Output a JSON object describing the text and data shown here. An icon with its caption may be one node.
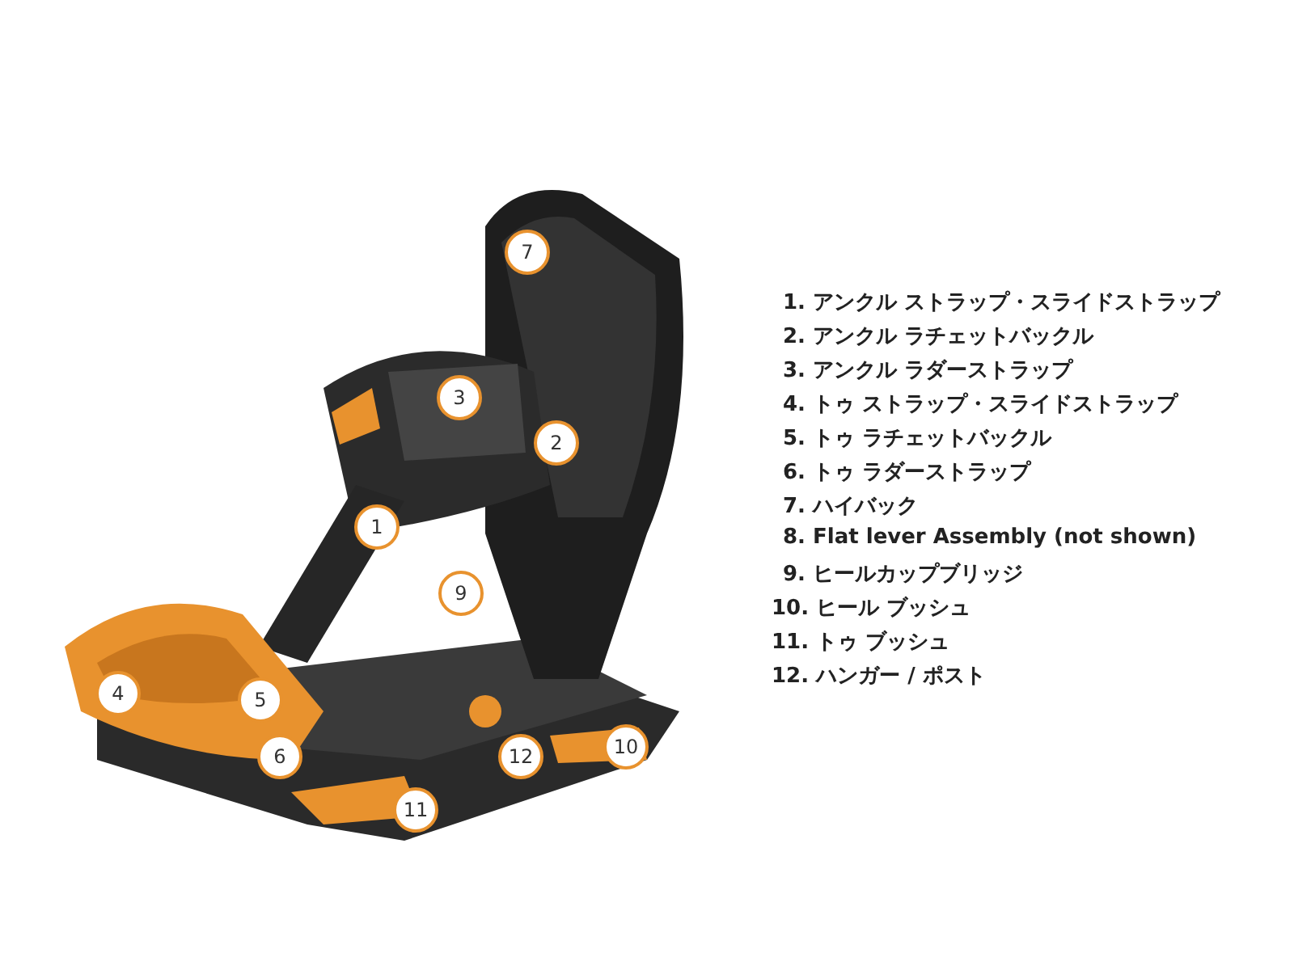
{
  "diagram": {
    "labels": [
      "7",
      "3",
      "2",
      "1",
      "9",
      "4",
      "5",
      "10",
      "6",
      "12",
      "11",
      "1. アンクル ストラップ・スライドストラップ",
      "2. アンクル ラチェットバックル",
      "3. アンクル ラダーストラップ",
      "4. トゥ ストラップ・スライドストラップ",
      "5. トゥ ラチェットバックル",
      "6. トゥ ラダーストラップ",
      "7. ハイバック",
      "8. Flat lever Assembly (not shown)",
      "9. ヒールカップブリッジ",
      "10. ヒール ブッシュ",
      "11. トゥ ブッシュ",
      "12. ハンガー / ポスト"
    ]
  }
}
